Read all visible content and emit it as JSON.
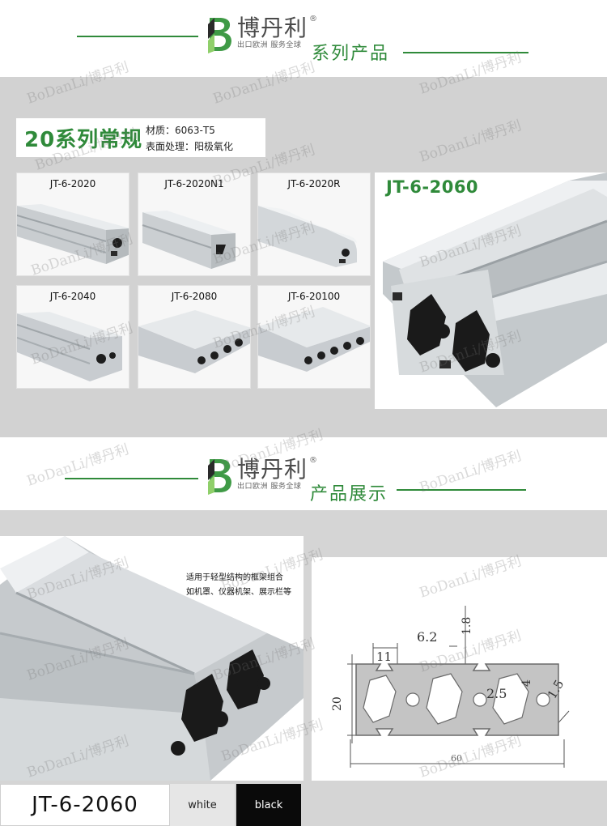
{
  "header": {
    "logo_name": "博丹利",
    "logo_tag": "出口欧洲 服务全球",
    "registered": "®",
    "title": "系列产品"
  },
  "series": {
    "name": "20系列常规",
    "material_label": "材质：6063-T5",
    "surface_label": "表面处理：阳极氧化"
  },
  "products": [
    {
      "label": "JT-6-2020"
    },
    {
      "label": "JT-6-2020N1"
    },
    {
      "label": "JT-6-2020R"
    },
    {
      "label": "JT-6-2040"
    },
    {
      "label": "JT-6-2080"
    },
    {
      "label": "JT-6-20100"
    }
  ],
  "featured": {
    "label": "JT-6-2060"
  },
  "showcase_header": {
    "logo_name": "博丹利",
    "logo_tag": "出口欧洲 服务全球",
    "registered": "®",
    "title": "产品展示"
  },
  "showcase": {
    "desc_line1": "适用于轻型结构的框架组合",
    "desc_line2": "如机罩、仪器机架、展示栏等"
  },
  "dimensions": {
    "slot_width": "6.2",
    "lip": "1.8",
    "opening": "11",
    "height": "20",
    "bore": "2.5",
    "depth": "4",
    "wall": "1.5",
    "length": "60"
  },
  "footer": {
    "model": "JT-6-2060",
    "color_white": "white",
    "color_black": "black"
  },
  "watermark": "BoDanLi/博丹利",
  "colors": {
    "brand_green": "#2f8a3a",
    "grey_band": "#d2d2d2"
  }
}
